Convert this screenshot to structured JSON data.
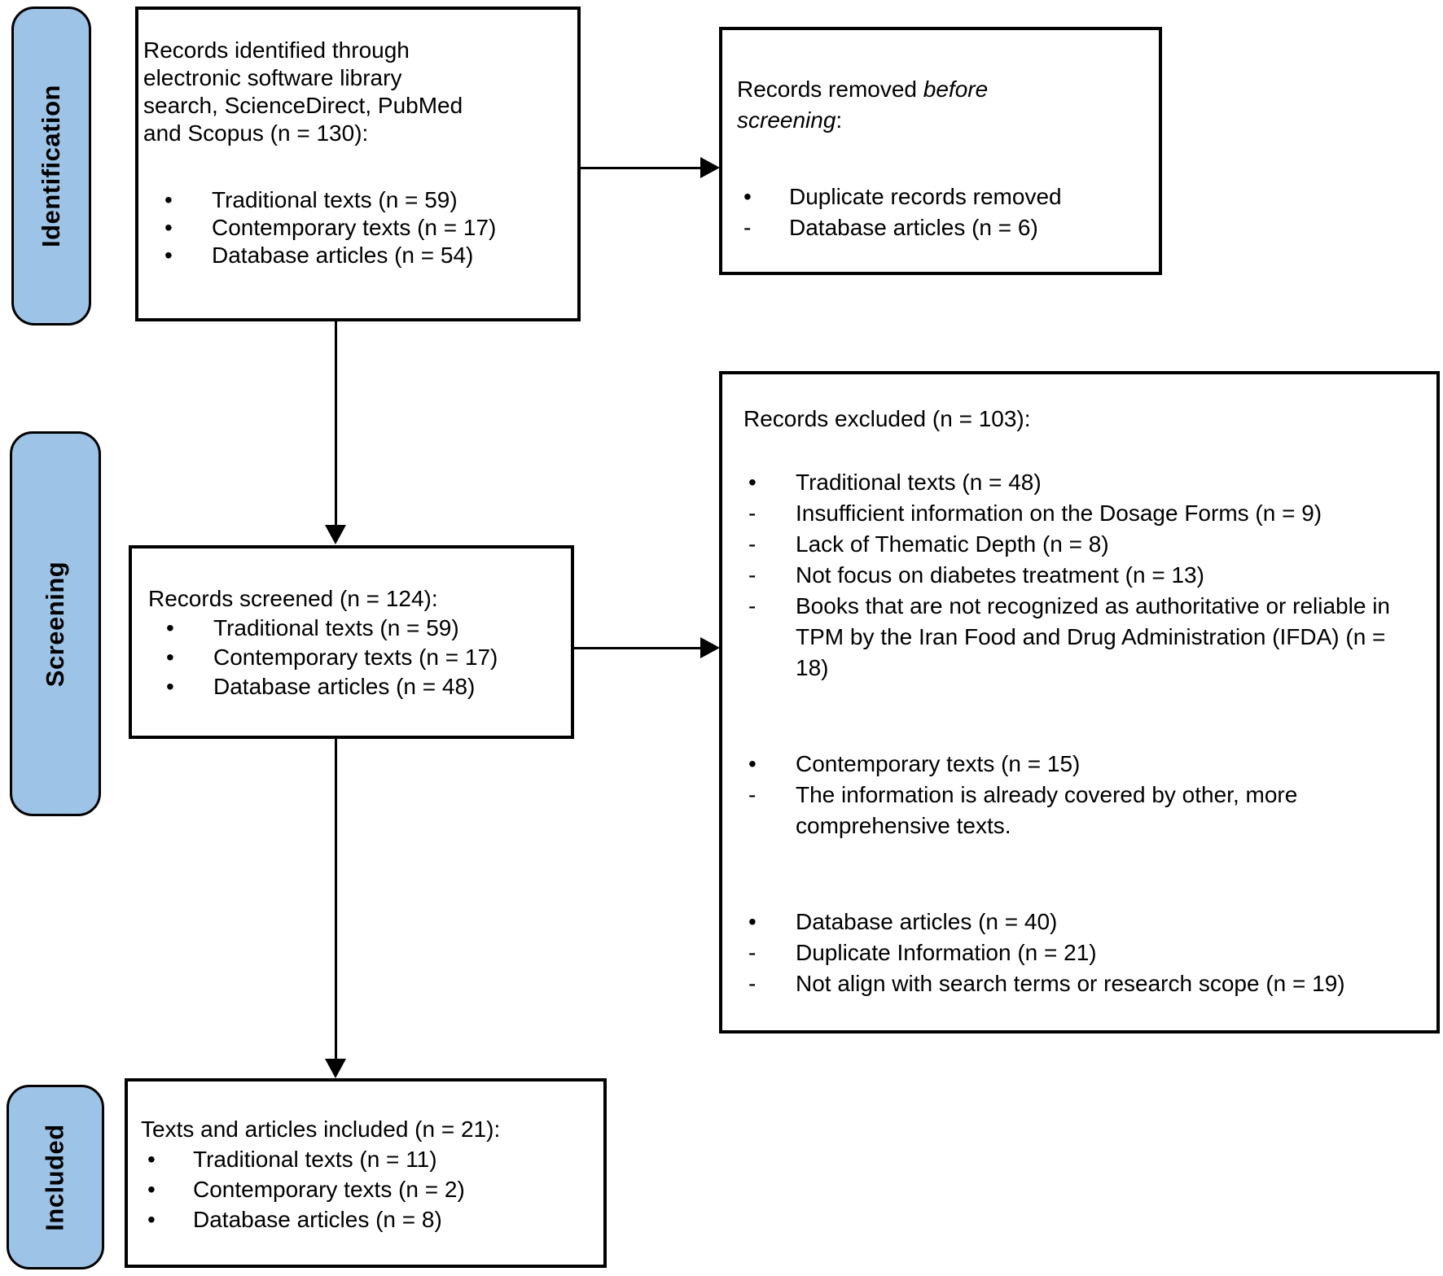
{
  "stages": {
    "identification": "Identification",
    "screening": "Screening",
    "included": "Included"
  },
  "boxes": {
    "identified": {
      "title_lines": [
        "Records identified through",
        "electronic software library",
        "search, ScienceDirect, PubMed",
        "and Scopus (n = 130):"
      ],
      "items": [
        {
          "marker": "•",
          "text": "Traditional texts (n = 59)"
        },
        {
          "marker": "•",
          "text": "Contemporary texts (n = 17)"
        },
        {
          "marker": "•",
          "text": "Database articles (n = 54)"
        }
      ]
    },
    "removed": {
      "title_prefix": "Records removed ",
      "title_italic_1": "before",
      "title_italic_2": "screening",
      "title_suffix": ":",
      "items": [
        {
          "marker": "•",
          "text": "Duplicate records removed"
        },
        {
          "marker": "-",
          "text": "Database articles (n = 6)"
        }
      ]
    },
    "screened": {
      "title": "Records screened (n = 124):",
      "items": [
        {
          "marker": "•",
          "text": "Traditional texts (n = 59)"
        },
        {
          "marker": "•",
          "text": "Contemporary texts (n = 17)"
        },
        {
          "marker": "•",
          "text": "Database articles (n = 48)"
        }
      ]
    },
    "excluded": {
      "title": "Records excluded (n = 103):",
      "groups": [
        {
          "items": [
            {
              "marker": "•",
              "text": "Traditional texts (n = 48)"
            },
            {
              "marker": "-",
              "text": "Insufficient information on the Dosage Forms (n = 9)"
            },
            {
              "marker": "-",
              "text": "Lack of Thematic Depth (n = 8)"
            },
            {
              "marker": "-",
              "text": "Not focus on diabetes treatment (n = 13)"
            },
            {
              "marker": "-",
              "text": "Books that are not recognized as authoritative or reliable in TPM by the Iran Food and Drug Administration (IFDA) (n = 18)"
            }
          ]
        },
        {
          "items": [
            {
              "marker": "•",
              "text": "Contemporary texts (n = 15)"
            },
            {
              "marker": "-",
              "text": "The information is already covered by other, more comprehensive texts."
            }
          ]
        },
        {
          "items": [
            {
              "marker": "•",
              "text": "Database articles (n = 40)"
            },
            {
              "marker": "-",
              "text": "Duplicate Information (n = 21)"
            },
            {
              "marker": "-",
              "text": "Not align with search terms or research scope (n = 19)"
            }
          ]
        }
      ]
    },
    "included_final": {
      "title": "Texts and articles included (n = 21):",
      "items": [
        {
          "marker": "•",
          "text": "Traditional texts (n = 11)"
        },
        {
          "marker": "•",
          "text": "Contemporary texts (n = 2)"
        },
        {
          "marker": "•",
          "text": "Database articles (n = 8)"
        }
      ]
    }
  },
  "colors": {
    "stage_fill": "#9DC3E6",
    "border": "#000000",
    "box_fill": "#FFFFFF"
  }
}
